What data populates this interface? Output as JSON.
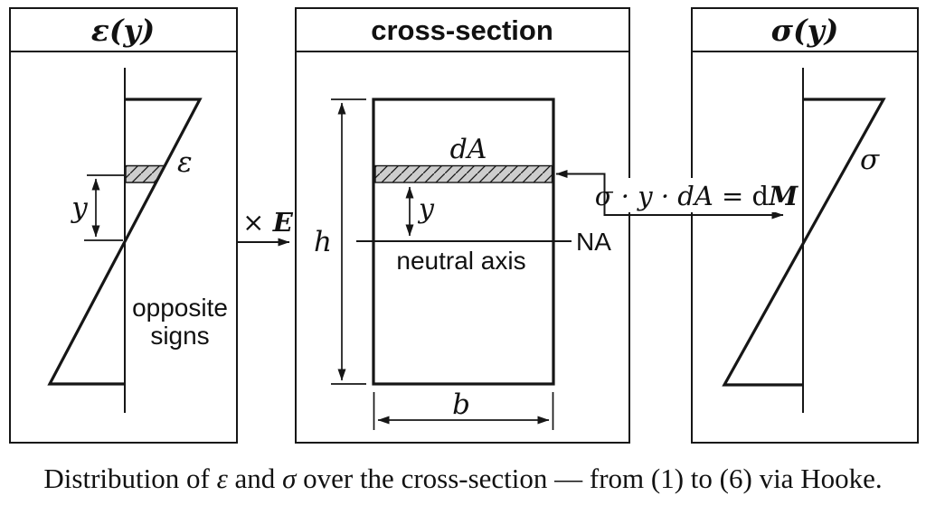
{
  "figure": {
    "panels": {
      "strain": {
        "title": "ε(y)",
        "curve_label": "ε",
        "y_dim_label": "y",
        "note_line1": "opposite",
        "note_line2": "signs"
      },
      "cross_section": {
        "title": "cross-section",
        "area_element_label": "dA",
        "y_dim_label": "y",
        "na_short_label": "NA",
        "na_text_label": "neutral axis",
        "height_label": "h",
        "width_label": "b"
      },
      "stress": {
        "title": "σ(y)",
        "curve_label": "σ"
      }
    },
    "connectors": {
      "hooke": {
        "times": "× ",
        "modulus": "E"
      },
      "moment": {
        "integrand": "σ · y · dA",
        "equals": " = ",
        "differential": "d",
        "moment_symbol": "M"
      }
    },
    "caption": {
      "part1": "Distribution of ",
      "epsilon": "ε",
      "part2": " and ",
      "sigma": "σ",
      "part3": " over the cross-section — from (1) to (6) via Hooke."
    }
  },
  "colors": {
    "ink": "#161616",
    "hatch_fill": "#cdcdcd",
    "background": "#ffffff"
  }
}
